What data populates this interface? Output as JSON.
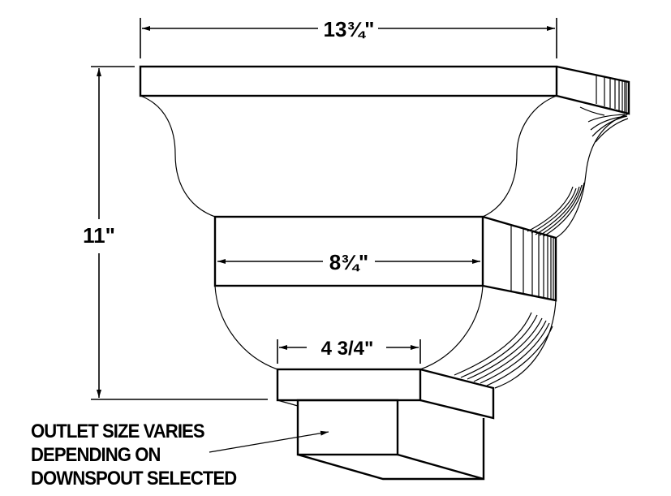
{
  "dimensions": {
    "top_width": "13¾\"",
    "height": "11\"",
    "middle_width": "8¾\"",
    "outlet_band_width": "4 3/4\""
  },
  "note": {
    "lines": [
      "OUTLET SIZE VARIES",
      "DEPENDING ON",
      "DOWNSPOUT SELECTED"
    ]
  }
}
